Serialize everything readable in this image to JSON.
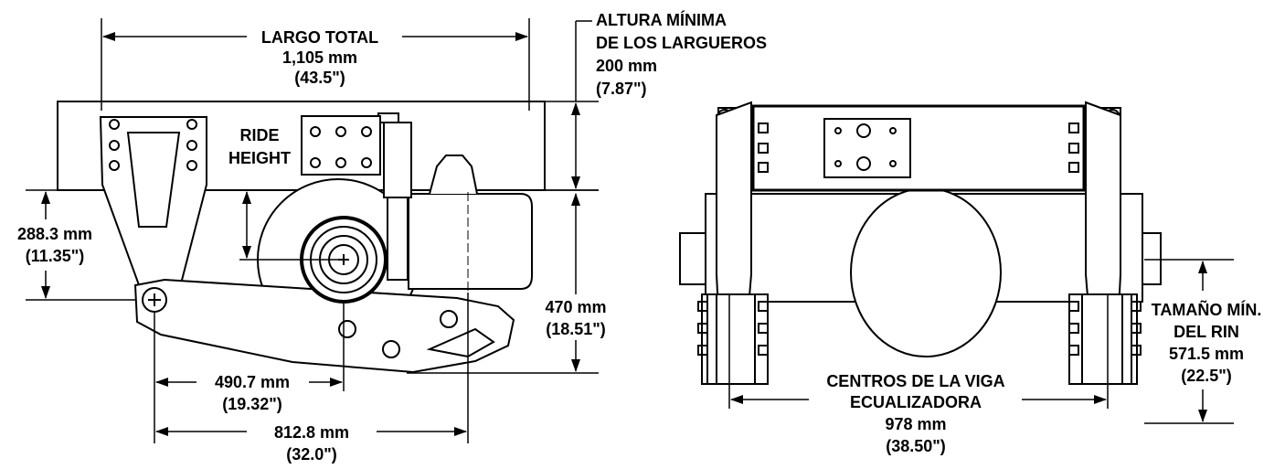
{
  "side_view": {
    "overall_length": {
      "label": "LARGO TOTAL",
      "metric": "1,105 mm",
      "imperial": "(43.5\")"
    },
    "min_frame_height": {
      "line1": "ALTURA MÍNIMA",
      "line2": "DE LOS LARGUEROS",
      "metric": "200 mm",
      "imperial": "(7.87\")"
    },
    "ride_height": {
      "line1": "RIDE",
      "line2": "HEIGHT"
    },
    "hanger_height": {
      "metric": "288.3 mm",
      "imperial": "(11.35\")"
    },
    "total_height": {
      "metric": "470 mm",
      "imperial": "(18.51\")"
    },
    "pivot_to_axle": {
      "metric": "490.7 mm",
      "imperial": "(19.32\")"
    },
    "pivot_to_airspring": {
      "metric": "812.8 mm",
      "imperial": "(32.0\")"
    }
  },
  "front_view": {
    "beam_centers": {
      "line1": "CENTROS DE LA VIGA",
      "line2": "ECUALIZADORA",
      "metric": "978 mm",
      "imperial": "(38.50\")"
    },
    "min_wheel_size": {
      "line1": "TAMAÑO MÍN.",
      "line2": "DEL RIN",
      "metric": "571.5 mm",
      "imperial": "(22.5\")"
    }
  }
}
